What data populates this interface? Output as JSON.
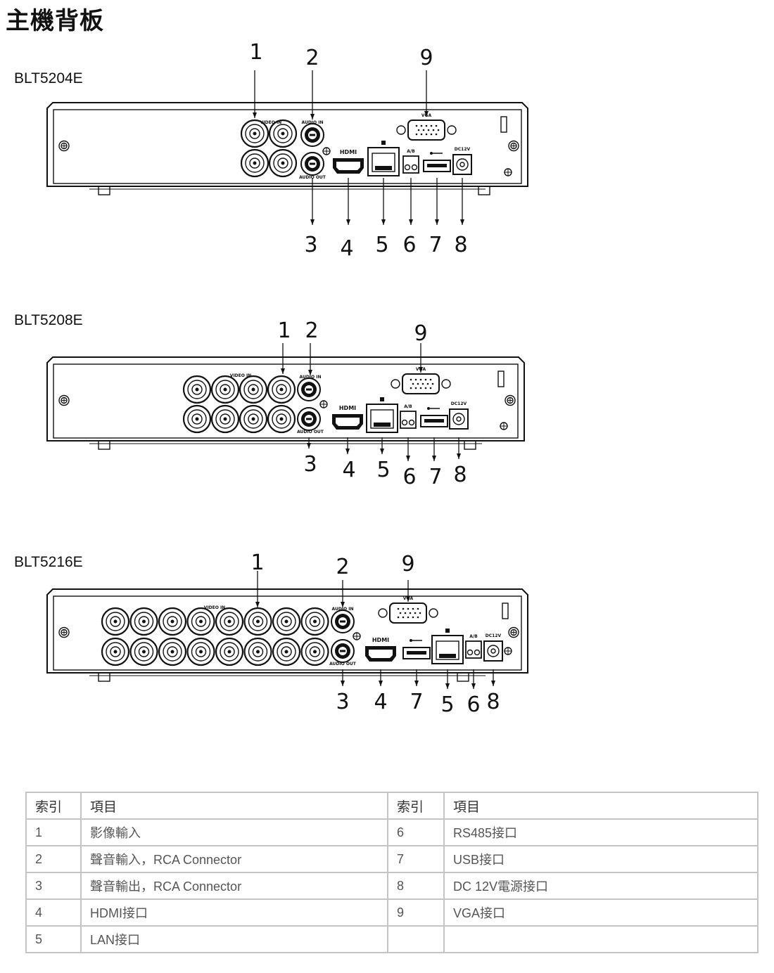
{
  "page_title": "主機背板",
  "models": [
    {
      "name": "BLT5204E",
      "callouts_top": [
        "1",
        "2",
        "9"
      ],
      "callouts_bottom": [
        "3",
        "4",
        "5",
        "6",
        "7",
        "8"
      ]
    },
    {
      "name": "BLT5208E",
      "callouts_top": [
        "1",
        "2",
        "9"
      ],
      "callouts_bottom": [
        "3",
        "4",
        "5",
        "6",
        "7",
        "8"
      ]
    },
    {
      "name": "BLT5216E",
      "callouts_top": [
        "1",
        "2",
        "9"
      ],
      "callouts_bottom": [
        "3",
        "4",
        "7",
        "5",
        "6",
        "8"
      ]
    }
  ],
  "panel_labels": {
    "video_in": "VIDEO IN",
    "audio_in": "AUDIO IN",
    "audio_out": "AUDIO OUT",
    "vga": "VGA",
    "ab": "A/B",
    "dc": "DC12V",
    "hdmi": "HDMI"
  },
  "table": {
    "headers": [
      "索引",
      "項目",
      "索引",
      "項目"
    ],
    "rows": [
      [
        "1",
        "影像輸入",
        "6",
        "RS485接口"
      ],
      [
        "2",
        "聲音輸入，RCA Connector",
        "7",
        "USB接口"
      ],
      [
        "3",
        "聲音輸出，RCA Connector",
        "8",
        "DC 12V電源接口"
      ],
      [
        "4",
        "HDMI接口",
        "9",
        "VGA接口"
      ],
      [
        "5",
        "LAN接口",
        "",
        ""
      ]
    ]
  }
}
